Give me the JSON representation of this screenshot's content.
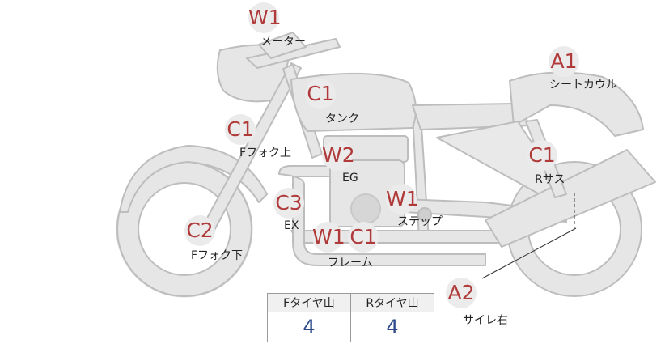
{
  "parts": [
    {
      "id": "meter",
      "grade": "W1",
      "label": "メーター"
    },
    {
      "id": "seat-cowl",
      "grade": "A1",
      "label": "シートカウル"
    },
    {
      "id": "tank",
      "grade": "C1",
      "label": "タンク"
    },
    {
      "id": "front-fork-upper",
      "grade": "C1",
      "label": "Fフォク上"
    },
    {
      "id": "engine",
      "grade": "W2",
      "label": "EG"
    },
    {
      "id": "rear-suspension",
      "grade": "C1",
      "label": "Rサス"
    },
    {
      "id": "exhaust",
      "grade": "C3",
      "label": "EX"
    },
    {
      "id": "step",
      "grade": "W1",
      "label": "ステップ"
    },
    {
      "id": "front-fork-lower",
      "grade": "C2",
      "label": "Fフォク下"
    },
    {
      "id": "frame",
      "grades": [
        "W1",
        "C1"
      ],
      "label": "フレーム"
    },
    {
      "id": "muffler-right",
      "grade": "A2",
      "label": "サイレ右"
    }
  ],
  "tread_table": {
    "headers": [
      "Fタイヤ山",
      "Rタイヤ山"
    ],
    "values": [
      "4",
      "4"
    ]
  }
}
